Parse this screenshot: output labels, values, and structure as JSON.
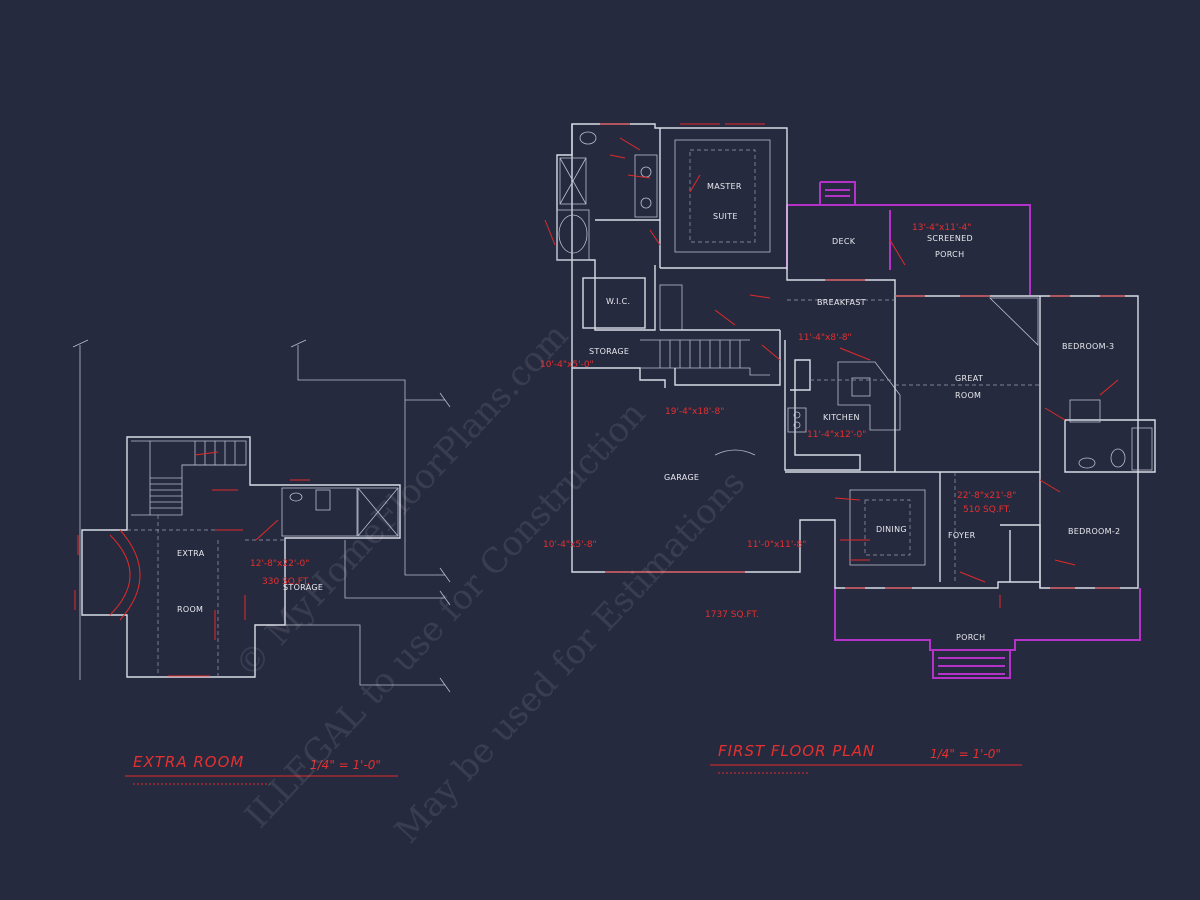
{
  "titles": {
    "extra_room": "EXTRA ROOM",
    "extra_room_scale": "1/4\" = 1'-0\"",
    "first_floor": "FIRST FLOOR PLAN",
    "first_floor_scale": "1/4\" = 1'-0\""
  },
  "first_floor": {
    "rooms": {
      "master": "MASTER",
      "suite": "SUITE",
      "deck": "DECK",
      "screened": "SCREENED",
      "porch_back": "PORCH",
      "wic": "W.I.C.",
      "breakfast": "BREAKFAST",
      "storage": "STORAGE",
      "great": "GREAT",
      "room": "ROOM",
      "bedroom3": "BEDROOM-3",
      "kitchen": "KITCHEN",
      "garage": "GARAGE",
      "dining": "DINING",
      "foyer": "FOYER",
      "bedroom2": "BEDROOM-2",
      "porch_front": "PORCH"
    },
    "dims": {
      "screened_porch": "13'-4\"x11'-4\"",
      "breakfast": "11'-4\"x8'-8\"",
      "storage": "10'-4\"x5'-0\"",
      "kitchen": "11'-4\"x12'-0\"",
      "garage": "19'-4\"x18'-8\"",
      "garage_left": "10'-4\"x5'-8\"",
      "garage_right": "11'-0\"x11'-8\"",
      "great_room": "22'-8\"x21'-8\"",
      "great_room_sf": "510 SQ.FT.",
      "total_sqft": "1737 SQ.FT."
    }
  },
  "extra_room": {
    "rooms": {
      "extra": "EXTRA",
      "room": "ROOM",
      "storage": "STORAGE"
    },
    "dims": {
      "storage": "12'-8\"x22'-0\"",
      "storage_sf": "330 SQ.FT."
    }
  },
  "watermark": {
    "line1": "© MyHomeFloorPlans.com",
    "line2": "ILLEGAL to use for Construction",
    "line3": "May be used for Estimations"
  },
  "colors": {
    "background": "#262a3e",
    "walls": "#d9dce6",
    "dimensions": "#e02a2a",
    "porch_outline": "#b532c9"
  }
}
